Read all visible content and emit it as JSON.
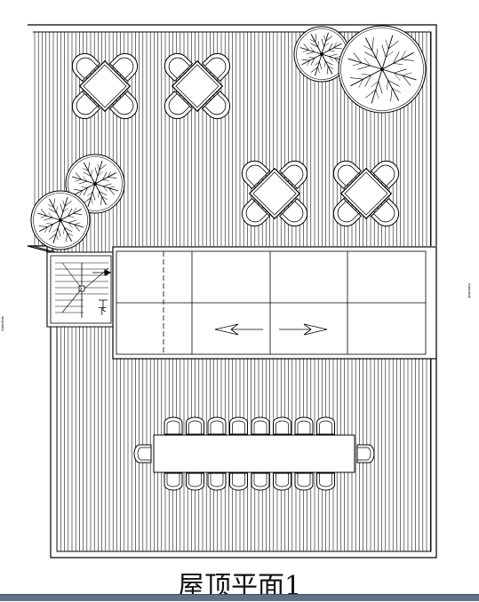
{
  "drawing": {
    "title": "屋顶平面1",
    "stair_label": "下",
    "watermark": "Autodesk"
  },
  "colors": {
    "line": "#000000",
    "background": "#ffffff",
    "bottom_bar": "#5d7388"
  },
  "symbols": {
    "cafe_tables": 4,
    "trees": 4,
    "long_table_seats_per_side": 8,
    "long_table_end_seats": 2,
    "skylight_arrows": [
      "left",
      "right"
    ]
  }
}
